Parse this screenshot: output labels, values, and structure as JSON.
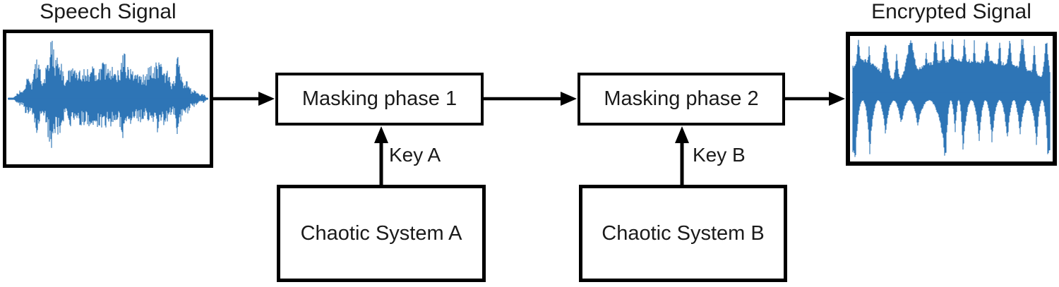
{
  "figure": {
    "speech_signal_title": "Speech Signal",
    "encrypted_signal_title": "Encrypted Signal",
    "masking_phase_1_label": "Masking phase 1",
    "masking_phase_2_label": "Masking phase 2",
    "chaotic_system_a_label": "Chaotic System A",
    "chaotic_system_b_label": "Chaotic System B",
    "key_a_label": "Key A",
    "key_b_label": "Key B",
    "colors": {
      "waveform": "#2E75B6",
      "line": "#000000",
      "background": "#FFFFFF"
    }
  }
}
